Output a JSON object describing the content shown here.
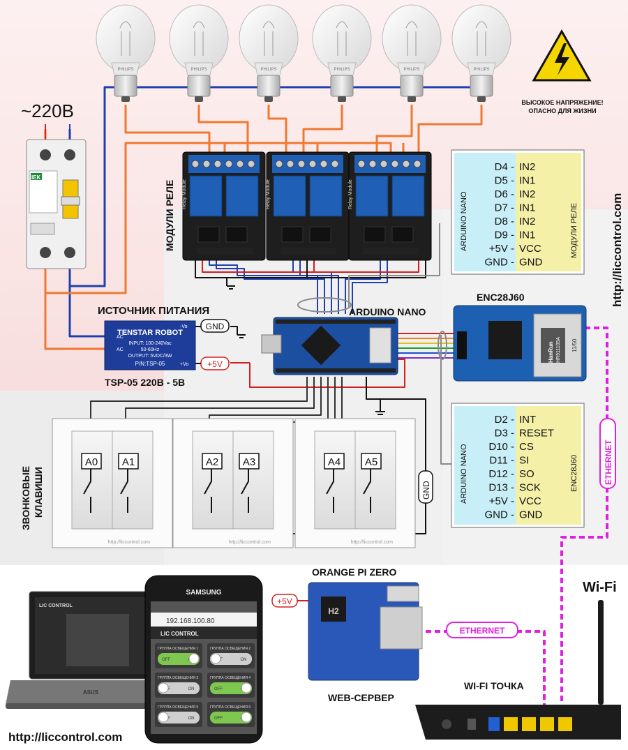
{
  "labels": {
    "mains_voltage": "~220В",
    "warning_line1": "ВЫСОКОЕ НАПРЯЖЕНИЕ!",
    "warning_line2": "ОПАСНО ДЛЯ ЖИЗНИ",
    "relay_modules": "МОДУЛИ РЕЛЕ",
    "relay_module_print": "Relay Module",
    "power_supply_title": "ИСТОЧНИК ПИТАНИЯ",
    "power_supply_model": "TSP-05 220В - 5В",
    "arduino_nano": "ARDUINO NANO",
    "enc_module": "ENC28J60",
    "switches_title_line1": "ЗВОНКОВЫЕ",
    "switches_title_line2": "КЛАВИШИ",
    "orange_pi": "ORANGE PI ZERO",
    "web_server": "WEB-СЕРВЕР",
    "wifi": "Wi-Fi",
    "wifi_point": "WI-FI ТОЧКА",
    "ethernet_1": "ETHERNET",
    "ethernet_2": "ETHERNET",
    "site_vertical": "http://liccontrol.com",
    "site_bottom": "http://liccontrol.com",
    "switch_watermark": "http://liccontrol.com",
    "gnd_tag": "GND",
    "plus5v_tag": "+5V",
    "plus5v_tag_pi": "+5V",
    "gnd_vertical": "GND",
    "lamp_brand": "PHILIPS"
  },
  "power_supply": {
    "brand": "TENSTAR ROBOT",
    "input": "INPUT: 100-240Vac",
    "freq": "50-60Hz",
    "output": "OUTPUT: 5VDC/3W",
    "pn": "P/N:TSP-05",
    "pin_ac1": "AC",
    "pin_ac2": "AC",
    "pin_vo_minus": "-Vo",
    "pin_vo_plus": "+Vo"
  },
  "breaker": {
    "brand": "IEK"
  },
  "switch_keys": [
    "A0",
    "A1",
    "A2",
    "A3",
    "A4",
    "A5"
  ],
  "relay_table": {
    "left_header": "ARDUINO NANO",
    "right_header": "МОДУЛИ РЕЛЕ",
    "rows": [
      {
        "a": "D4",
        "b": "IN2"
      },
      {
        "a": "D5",
        "b": "IN1"
      },
      {
        "a": "D6",
        "b": "IN2"
      },
      {
        "a": "D7",
        "b": "IN1"
      },
      {
        "a": "D8",
        "b": "IN2"
      },
      {
        "a": "D9",
        "b": "IN1"
      },
      {
        "a": "+5V",
        "b": "VCC"
      },
      {
        "a": "GND",
        "b": "GND"
      }
    ]
  },
  "enc_table": {
    "left_header": "ARDUINO NANO",
    "right_header": "ENC28J60",
    "rows": [
      {
        "a": "D2",
        "b": "INT"
      },
      {
        "a": "D3",
        "b": "RESET"
      },
      {
        "a": "D10",
        "b": "CS"
      },
      {
        "a": "D11",
        "b": "SI"
      },
      {
        "a": "D12",
        "b": "SO"
      },
      {
        "a": "D13",
        "b": "SCK"
      },
      {
        "a": "+5V",
        "b": "VCC"
      },
      {
        "a": "GND",
        "b": "GND"
      }
    ]
  },
  "phone": {
    "brand": "SAMSUNG",
    "url": "192.168.100.80",
    "app_logo": "LIC CONTROL",
    "groups": [
      {
        "name": "ГРУППА ОСВЕЩЕНИЯ 1",
        "state": "ON"
      },
      {
        "name": "ГРУППА ОСВЕЩЕНИЯ 2",
        "state": "OFF"
      },
      {
        "name": "ГРУППА ОСВЕЩЕНИЯ 3",
        "state": "OFF"
      },
      {
        "name": "ГРУППА ОСВЕЩЕНИЯ 4",
        "state": "ON"
      },
      {
        "name": "ГРУППА ОСВЕЩЕНИЯ 5",
        "state": "OFF"
      },
      {
        "name": "ГРУППА ОСВЕЩЕНИЯ 6",
        "state": "ON"
      }
    ],
    "off_label": "OFF",
    "on_label": "ON"
  },
  "laptop": {
    "brand": "ASUS",
    "app_logo": "LIC CONTROL"
  },
  "enc_board": {
    "jack_text_1": "HanRun",
    "jack_text_2": "HR911105A",
    "jack_text_3": "11/50"
  },
  "orange_pi_chip": "H2",
  "colors": {
    "wire_blue": "#1f3fb0",
    "wire_orange": "#f07830",
    "wire_red": "#d02020",
    "wire_black": "#111111",
    "wire_gray": "#8a8a8a",
    "ethernet_magenta": "#e020e0",
    "table_left": "#c8eef8",
    "table_right": "#f4f0a8",
    "tag_red": "#d02020",
    "relay_blue": "#1f5fb5",
    "pcb_black": "#1e1e1e",
    "nano_blue": "#1d4fa0",
    "enc_blue": "#1d5fb0",
    "top_bg": "#fbe4e4",
    "mid_bg": "#e8e8e8"
  }
}
